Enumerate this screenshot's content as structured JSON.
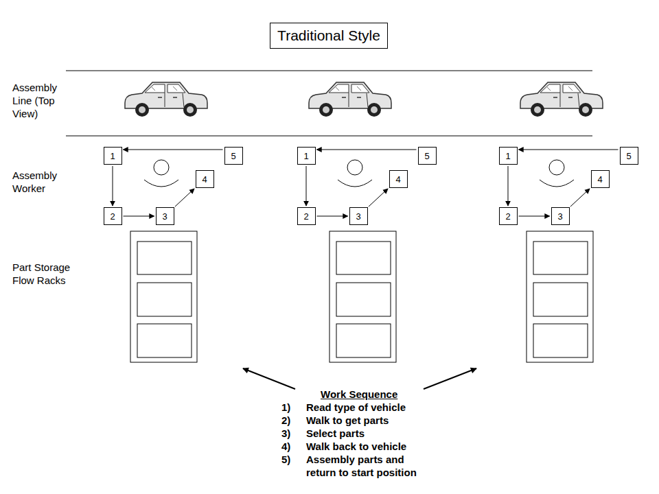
{
  "diagram": {
    "title": "Traditional Style",
    "nodes": [
      {
        "text": [
          "1"
        ]
      },
      {
        "text": [
          "2"
        ]
      },
      {
        "text": [
          "3"
        ]
      },
      {
        "text": [
          "4"
        ]
      },
      {
        "text": [
          "5"
        ]
      },
      {
        "text": [
          "1"
        ]
      },
      {
        "text": [
          "2"
        ]
      },
      {
        "text": [
          "3"
        ]
      },
      {
        "text": [
          "4"
        ]
      },
      {
        "text": [
          "5"
        ]
      },
      {
        "text": [
          "1"
        ]
      },
      {
        "text": [
          "2"
        ]
      },
      {
        "text": [
          "3"
        ]
      },
      {
        "text": [
          "4"
        ]
      },
      {
        "text": [
          "5"
        ]
      }
    ],
    "edges": [
      {
        "from": 0,
        "to": 1,
        "arrow": "to"
      },
      {
        "from": 1,
        "to": 2,
        "arrow": "to"
      },
      {
        "from": 2,
        "to": 3,
        "arrow": "to"
      },
      {
        "from": 4,
        "to": 0,
        "arrow": "to"
      },
      {
        "from": 5,
        "to": 6,
        "arrow": "to"
      },
      {
        "from": 6,
        "to": 7,
        "arrow": "to"
      },
      {
        "from": 7,
        "to": 8,
        "arrow": "to"
      },
      {
        "from": 9,
        "to": 5,
        "arrow": "to"
      },
      {
        "from": 10,
        "to": 11,
        "arrow": "to"
      },
      {
        "from": 11,
        "to": 12,
        "arrow": "to"
      },
      {
        "from": 12,
        "to": 13,
        "arrow": "to"
      },
      {
        "from": 14,
        "to": 10,
        "arrow": "to"
      }
    ],
    "labels": [
      "Assembly Line (Top View)",
      "Assembly Worker",
      "Part Storage Flow Racks",
      "Work Sequence",
      "1)",
      "Read type of vehicle",
      "2)",
      "Walk to get parts",
      "3)",
      "Select parts",
      "4)",
      "Walk back to vehicle",
      "5)",
      "Assembly parts and return to start position"
    ]
  }
}
